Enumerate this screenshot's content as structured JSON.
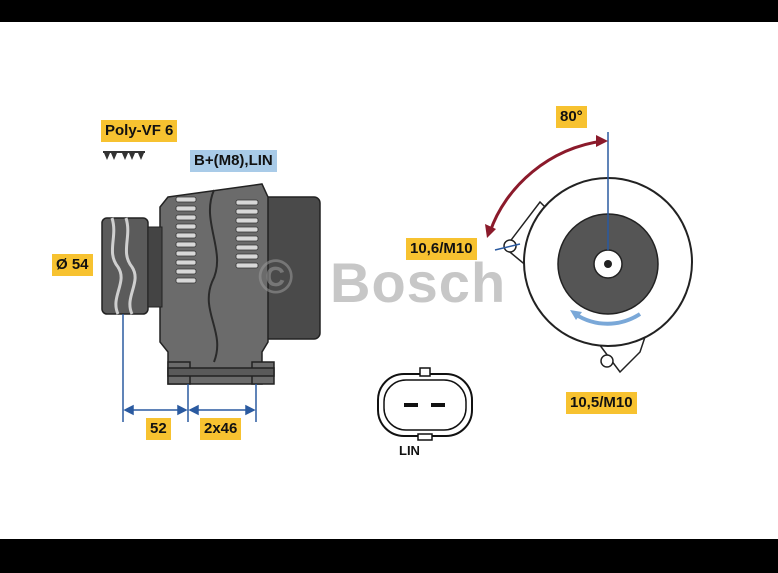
{
  "labels": {
    "poly_vf": "Poly-V",
    "poly_vf_num": "F 6",
    "b_plus": "B+(M8),LIN",
    "diameter": "Ø 54",
    "dim_52": "52",
    "dim_2x46": "2x46",
    "angle": "80°",
    "mount_top": "10,6/M10",
    "mount_bottom": "10,5/M10",
    "connector": "LIN"
  },
  "watermark": {
    "copyright": "©",
    "brand": "Bosch"
  },
  "colors": {
    "label_yellow": "#f7c230",
    "label_blue": "#a9cbe8",
    "dimension_blue": "#2a5aa0",
    "angle_red": "#8b1a2b",
    "housing_gray": "#6b6b6b"
  }
}
